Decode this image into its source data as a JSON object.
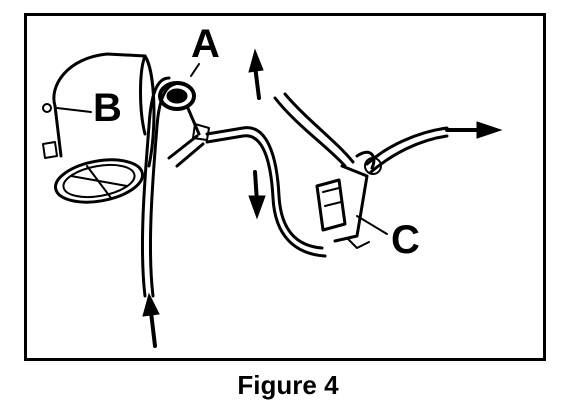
{
  "figure": {
    "caption": "Figure 4",
    "labels": {
      "a": "A",
      "b": "B",
      "c": "C"
    },
    "ink_color": "#000000",
    "background_color": "#ffffff"
  }
}
